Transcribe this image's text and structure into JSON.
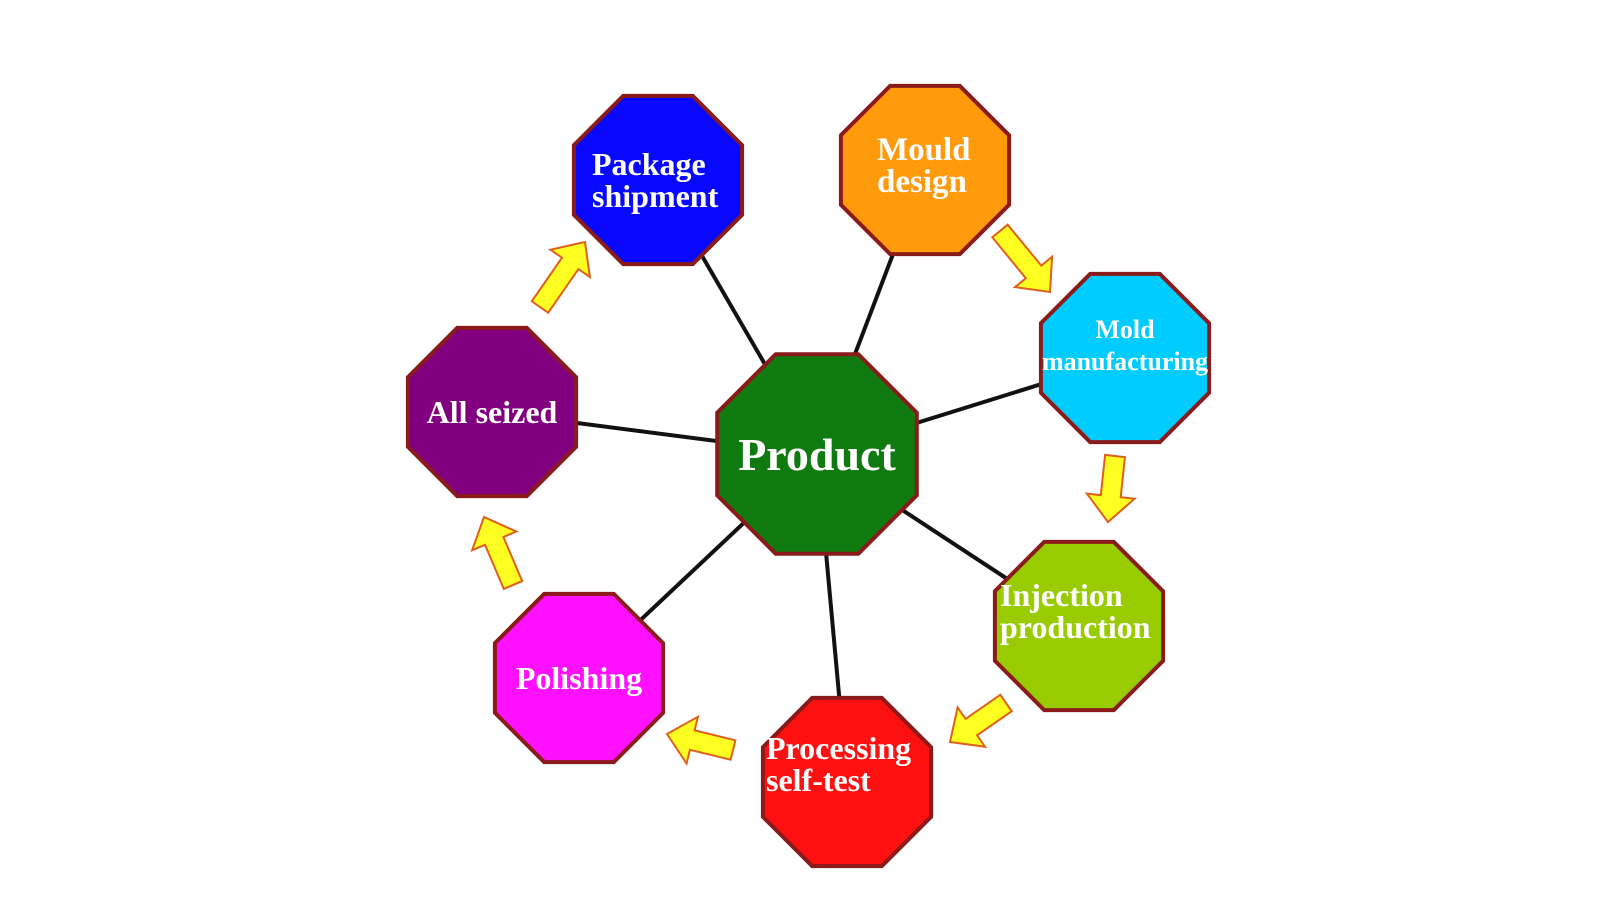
{
  "diagram": {
    "center": {
      "label": "Product",
      "color": "#0f7a0f"
    },
    "border_color": "#8b1a1a",
    "connector_color": "#111111",
    "arrow_fill": "#ffff22",
    "arrow_stroke": "#e0601a",
    "steps": [
      {
        "id": "mould-design",
        "lines": [
          "Mould",
          "design"
        ],
        "color": "#ff9a0a"
      },
      {
        "id": "mold-manufacturing",
        "lines": [
          "Mold",
          "manufacturing"
        ],
        "color": "#00ccff"
      },
      {
        "id": "injection-production",
        "lines": [
          "Injection",
          "production"
        ],
        "color": "#99cc00"
      },
      {
        "id": "processing-self-test",
        "lines": [
          "Processing",
          "self-test"
        ],
        "color": "#ff1010"
      },
      {
        "id": "polishing",
        "lines": [
          "Polishing"
        ],
        "color": "#ff10ff"
      },
      {
        "id": "all-seized",
        "lines": [
          "All seized"
        ],
        "color": "#800080"
      },
      {
        "id": "package-shipment",
        "lines": [
          "Package",
          "shipment"
        ],
        "color": "#0808ff"
      }
    ]
  }
}
